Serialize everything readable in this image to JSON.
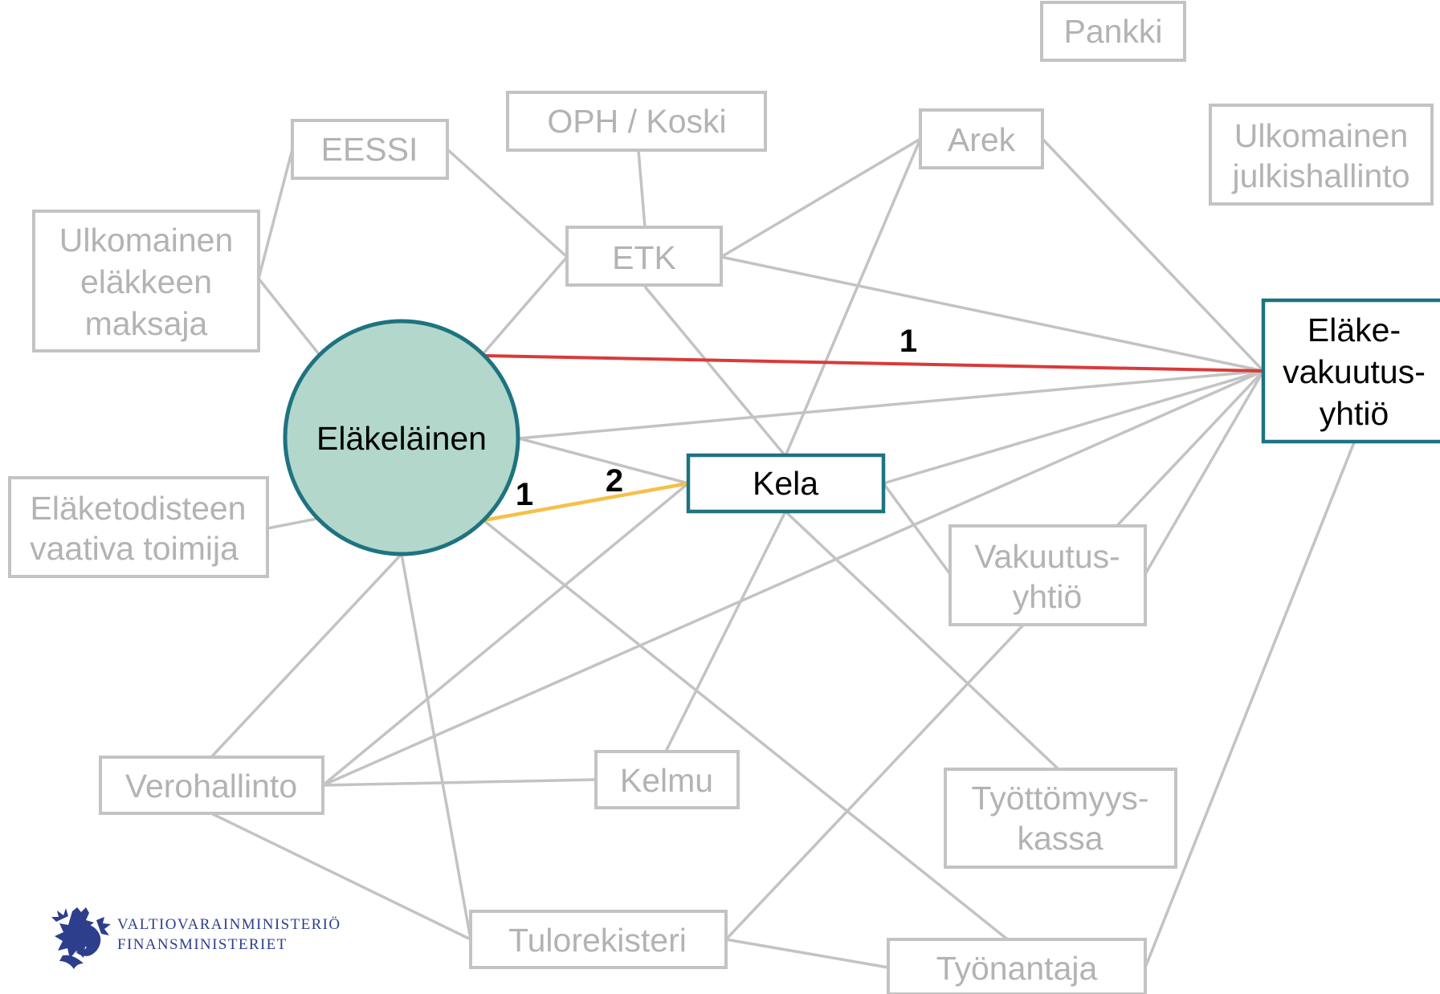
{
  "nodes": {
    "pankki": {
      "lines": [
        "Pankki"
      ]
    },
    "ulkomainen_julkishallinto": {
      "lines": [
        "Ulkomainen",
        "julkishallinto"
      ]
    },
    "oph_koski": {
      "lines": [
        "OPH / Koski"
      ]
    },
    "eessi": {
      "lines": [
        "EESSI"
      ]
    },
    "arek": {
      "lines": [
        "Arek"
      ]
    },
    "ulkomainen_maksaja": {
      "lines": [
        "Ulkomainen",
        "eläkkeen",
        "maksaja"
      ]
    },
    "etk": {
      "lines": [
        "ETK"
      ]
    },
    "elakelainen": {
      "lines": [
        "Eläkeläinen"
      ],
      "fill": "#b3d7cb",
      "stroke": "#1f7380"
    },
    "elakevakuutusyhtio": {
      "lines": [
        "Eläke-",
        "vakuutus-",
        "yhtiö"
      ]
    },
    "kela": {
      "lines": [
        "Kela"
      ]
    },
    "elaketodisteen_vaativa": {
      "lines": [
        "Eläketodisteen",
        "vaativa toimija"
      ]
    },
    "vakuutusyhtio": {
      "lines": [
        "Vakuutus-",
        "yhtiö"
      ]
    },
    "verohallinto": {
      "lines": [
        "Verohallinto"
      ]
    },
    "kelmu": {
      "lines": [
        "Kelmu"
      ]
    },
    "tyottomyyskassa": {
      "lines": [
        "Työttömyys-",
        "kassa"
      ]
    },
    "tulorekisteri": {
      "lines": [
        "Tulorekisteri"
      ]
    },
    "tyonantaja": {
      "lines": [
        "Työnantaja"
      ]
    }
  },
  "highlight_edges": {
    "pensioner_to_pension_company": {
      "label": "1",
      "color": "#d93a3a"
    },
    "pensioner_to_kela": {
      "labels": [
        "1",
        "2"
      ],
      "color": "#f5c04a"
    }
  },
  "colors": {
    "muted_text": "#b3b3b3",
    "muted_stroke": "#c3c3c3",
    "active_stroke": "#1f7380",
    "active_text": "#000000",
    "pensioner_fill": "#b3d7cb"
  },
  "logo": {
    "line1": "VALTIOVARAINMINISTERIÖ",
    "line2": "FINANSMINISTERIET",
    "icon": "lion-coat-of-arms-icon",
    "color": "#2d3f8c"
  }
}
